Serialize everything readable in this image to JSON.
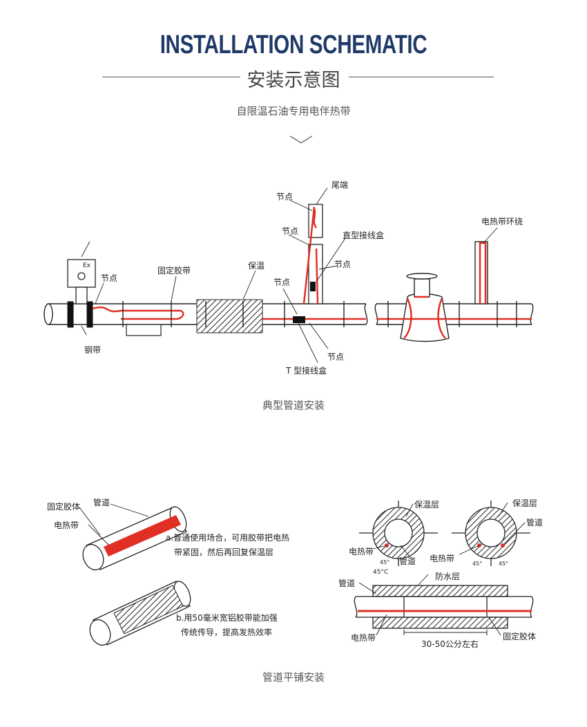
{
  "header": {
    "title": "INSTALLATION SCHEMATIC",
    "subtitle": "安装示意图",
    "description": "自限温石油专用电伴热带"
  },
  "diagram1": {
    "caption": "典型管道安装",
    "labels": {
      "node1": "节点",
      "fixed_tape": "固定胶带",
      "insulation": "保温",
      "node_top": "节点",
      "tail_end": "尾端",
      "node_mid": "节点",
      "straight_box": "直型接线盒",
      "node_right": "节点",
      "node_lower": "节点",
      "node_bottom": "节点",
      "t_box": "T 型接线盒",
      "steel_band": "钢带",
      "wrap": "电热带环绕",
      "ex": "Ex"
    }
  },
  "diagram2": {
    "caption": "管道平铺安装",
    "labels": {
      "fixed_glue": "固定胶体",
      "pipe": "管道",
      "heat_band": "电热带",
      "text_a1": "a.普通使用场合，可用胶带把电热",
      "text_a2": "带紧固，然后再回复保温层",
      "text_b1": "b.用50毫米宽铝胶带能加强",
      "text_b2": "传统传导，提高发热效率",
      "insul1": "保温层",
      "insul2": "保温层",
      "pipe2": "管道",
      "pipe3": "管道",
      "band2": "电热带",
      "band3": "电热带",
      "deg": "45°C",
      "deg_a": "45°",
      "deg_b": "45°",
      "deg_c": "45°",
      "pipe4": "管道",
      "waterproof": "防水层",
      "band4": "电热带",
      "fixed2": "固定胶体",
      "distance": "30-50公分左右"
    }
  },
  "colors": {
    "title": "#1f3a68",
    "heat_band": "#e03026",
    "line": "#222222"
  }
}
